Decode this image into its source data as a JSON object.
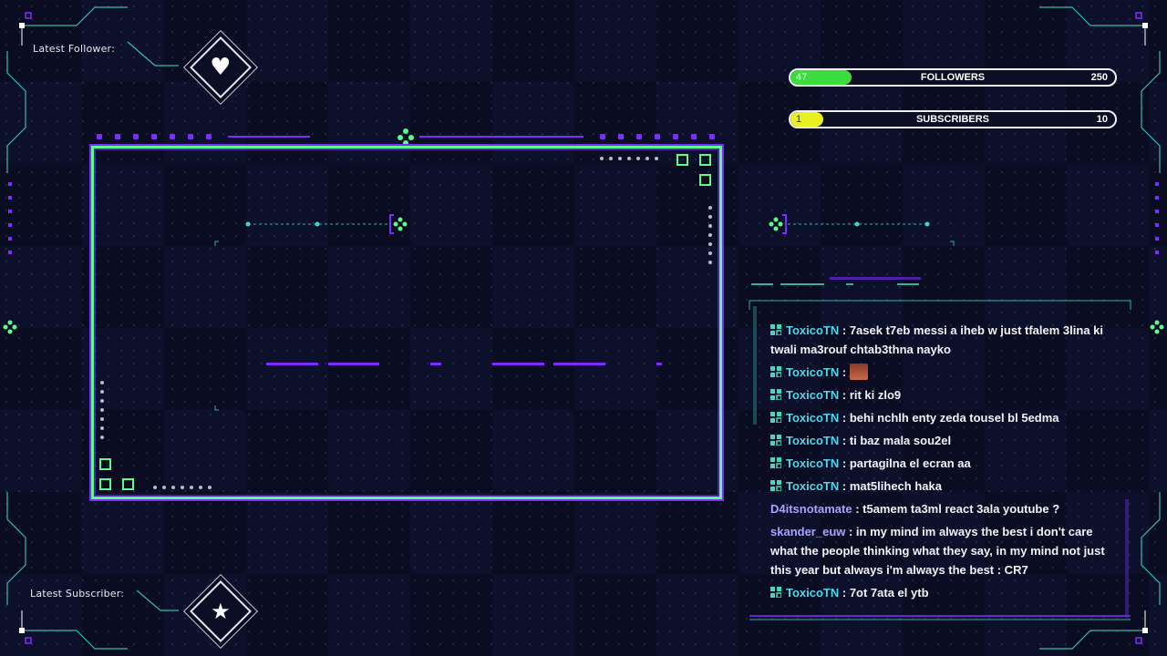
{
  "overlay": {
    "latest_follower_label": "Latest Follower:",
    "latest_subscriber_label": "Latest Subscriber:",
    "follower_icon": "heart-icon",
    "subscriber_icon": "star-icon"
  },
  "goals": {
    "followers": {
      "current": "47",
      "label": "FOLLOWERS",
      "max": "250",
      "progress": 0.188,
      "color": "#3ddc3d"
    },
    "subscribers": {
      "current": "1",
      "label": "SUBSCRIBERS",
      "max": "10",
      "progress": 0.1,
      "color": "#e8f020"
    }
  },
  "chat": {
    "messages": [
      {
        "user": "ToxicoTN",
        "badge": true,
        "text": ": 7asek t7eb messi a iheb w just tfalem 3lina ki twali ma3rouf chtab3thna nayko"
      },
      {
        "user": "ToxicoTN",
        "badge": true,
        "text": ":",
        "emote": true
      },
      {
        "user": "ToxicoTN",
        "badge": true,
        "text": ": rit ki zlo9"
      },
      {
        "user": "ToxicoTN",
        "badge": true,
        "text": ": behi nchlh enty zeda tousel bl 5edma"
      },
      {
        "user": "ToxicoTN",
        "badge": true,
        "text": ": ti baz mala sou2el"
      },
      {
        "user": "ToxicoTN",
        "badge": true,
        "text": ": partagilna el ecran aa"
      },
      {
        "user": "ToxicoTN",
        "badge": true,
        "text": ": mat5lihech haka"
      },
      {
        "user": "D4itsnotamate",
        "badge": false,
        "text": ": t5amem ta3ml react 3ala youtube ?"
      },
      {
        "user": "skander_euw",
        "badge": false,
        "text": ": in my mind im always the best i don't care what the people thinking what they say, in my mind not just this year but always i'm always the best : CR7"
      },
      {
        "user": "ToxicoTN",
        "badge": true,
        "text": ": 7ot 7ata el ytb"
      }
    ]
  },
  "colors": {
    "accent_green": "#5dfb8a",
    "accent_purple": "#7b2cff",
    "accent_teal": "#3fd9c0",
    "background": "#0a0d22"
  }
}
